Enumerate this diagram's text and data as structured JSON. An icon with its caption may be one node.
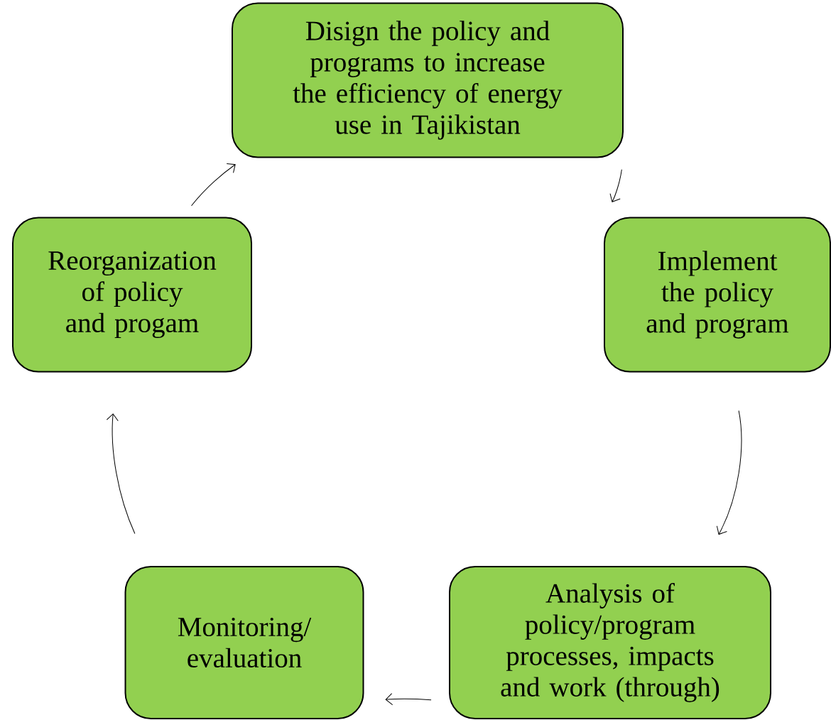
{
  "diagram": {
    "nodes": [
      {
        "text": [
          "Disign the policy and programs to increase the efficiency of energy use in Tajikistan"
        ]
      },
      {
        "text": [
          "Implement the policy and program"
        ]
      },
      {
        "text": [
          "Analysis of policy/program processes, impacts and work (through)"
        ]
      },
      {
        "text": [
          "Monitoring/ evaluation"
        ]
      },
      {
        "text": [
          "Reorganization of policy and progam"
        ]
      }
    ],
    "edges": [
      {
        "from": 0,
        "to": 1,
        "arrow": "to"
      },
      {
        "from": 1,
        "to": 2,
        "arrow": "to"
      },
      {
        "from": 2,
        "to": 3,
        "arrow": "to"
      },
      {
        "from": 3,
        "to": 4,
        "arrow": "to"
      },
      {
        "from": 4,
        "to": 0,
        "arrow": "to"
      }
    ]
  }
}
